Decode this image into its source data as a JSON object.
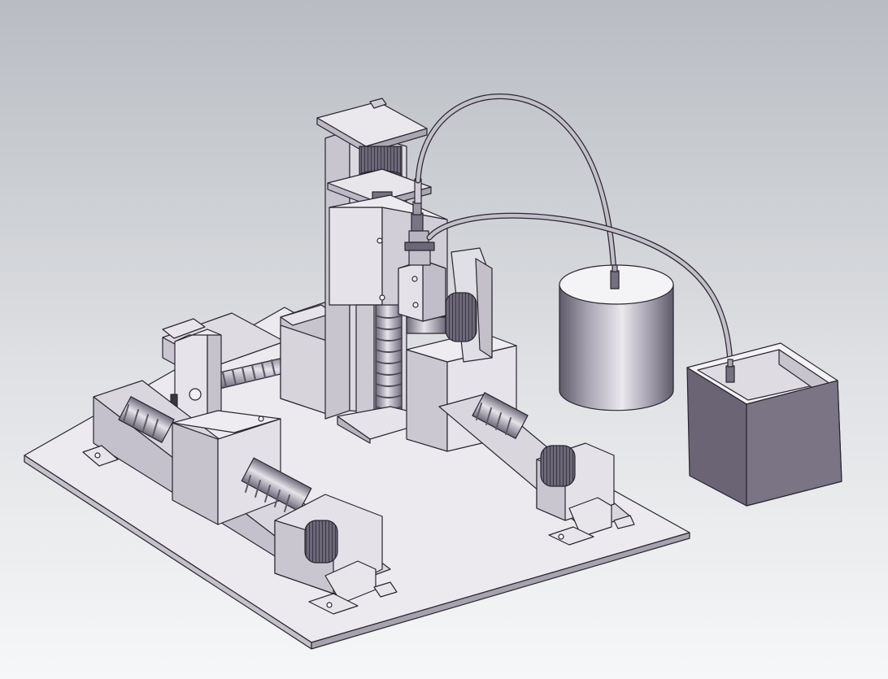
{
  "scene": {
    "description_visible_text": "",
    "colors": {
      "background_top": "#b9bcc2",
      "background_bottom": "#f6f7f8",
      "part_face": "#e7e5ea",
      "part_side": "#c9c6d0",
      "part_dark": "#6a6474",
      "outline": "#2a2630",
      "metal_light": "#cfcbd6",
      "metal_dark": "#7d7888",
      "tube": "#b9b6bf"
    },
    "objects": [
      "base-plate",
      "x-axis-left-rail",
      "x-axis-right-rail",
      "y-axis-gantry",
      "z-axis-column",
      "z-axis-motor",
      "spray-nozzle",
      "cylinder-tank",
      "box-container",
      "supply-tube-upper",
      "supply-tube-lower"
    ]
  }
}
